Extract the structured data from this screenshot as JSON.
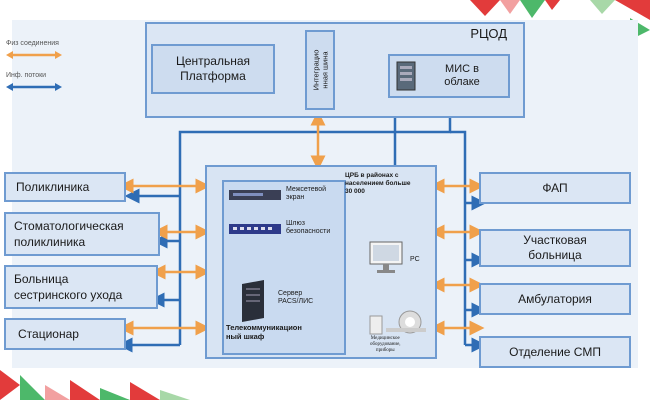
{
  "legend": {
    "physical": "Физ соединения",
    "info": "Инф. потоки"
  },
  "colors": {
    "orange": "#f0a04b",
    "blue": "#2f6db5",
    "box_fill": "#dbe6f4",
    "box_border": "#6f9bd1"
  },
  "rcod": {
    "title": "РЦОД",
    "central_platform": [
      "Центральная",
      "Платформа"
    ],
    "integration_bus": [
      "Интеграцио",
      "нная шина"
    ],
    "mis_cloud": [
      "МИС в",
      "облаке"
    ]
  },
  "left": [
    "Поликлиника",
    [
      "Стоматологическая",
      "поликлиника"
    ],
    [
      "Больница",
      "сестринского ухода"
    ],
    "Стационар"
  ],
  "right": [
    "ФАП",
    [
      "Участковая",
      "больница"
    ],
    "Амбулатория",
    "Отделение СМП"
  ],
  "crb": {
    "title": [
      "ЦРБ в районах с",
      "населением больше",
      "30 000"
    ],
    "firewall": [
      "Межсетевой",
      "экран"
    ],
    "gateway": [
      "Шлюз",
      "безопасности"
    ],
    "server": [
      "Сервер",
      "PACS/ЛИС"
    ],
    "cabinet": [
      "Телекоммуникацион",
      "ный шкаф"
    ],
    "pc": "PC",
    "medical": [
      "Медицинское",
      "оборудование,",
      "приборы"
    ]
  }
}
